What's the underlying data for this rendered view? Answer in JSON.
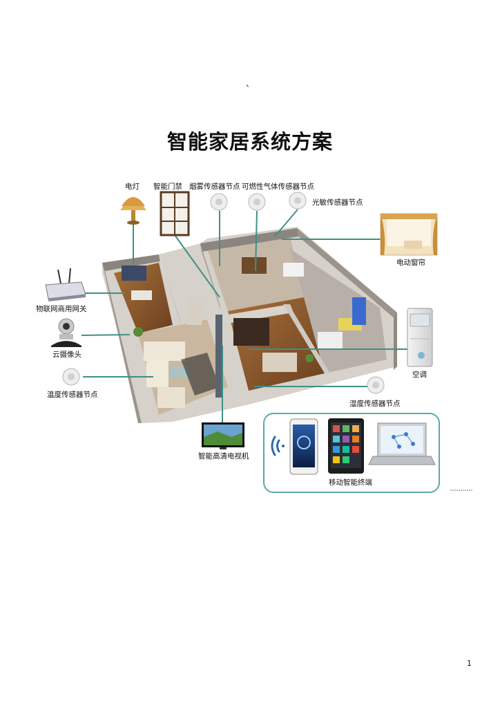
{
  "page": {
    "top_mark": "、",
    "title": "智能家居系统方案",
    "page_number": "1"
  },
  "diagram": {
    "labels": {
      "lamp": "电灯",
      "door_access": "智能门禁",
      "smoke_sensor": "烟雾传感器节点",
      "gas_sensor": "可燃性气体传感器节点",
      "light_sensor": "光敏传感器节点",
      "curtain": "电动窗帘",
      "gateway": "物联网商用网关",
      "camera": "云摄像头",
      "temp_sensor": "温度传感器节点",
      "air_conditioner": "空调",
      "humidity_sensor": "湿度传感器节点",
      "tv": "智能高清电视机",
      "mobile_terminal": "移动智能终端"
    },
    "accent_line_color": "#3f8f86",
    "terminal_box_color": "#5aa9a8"
  }
}
